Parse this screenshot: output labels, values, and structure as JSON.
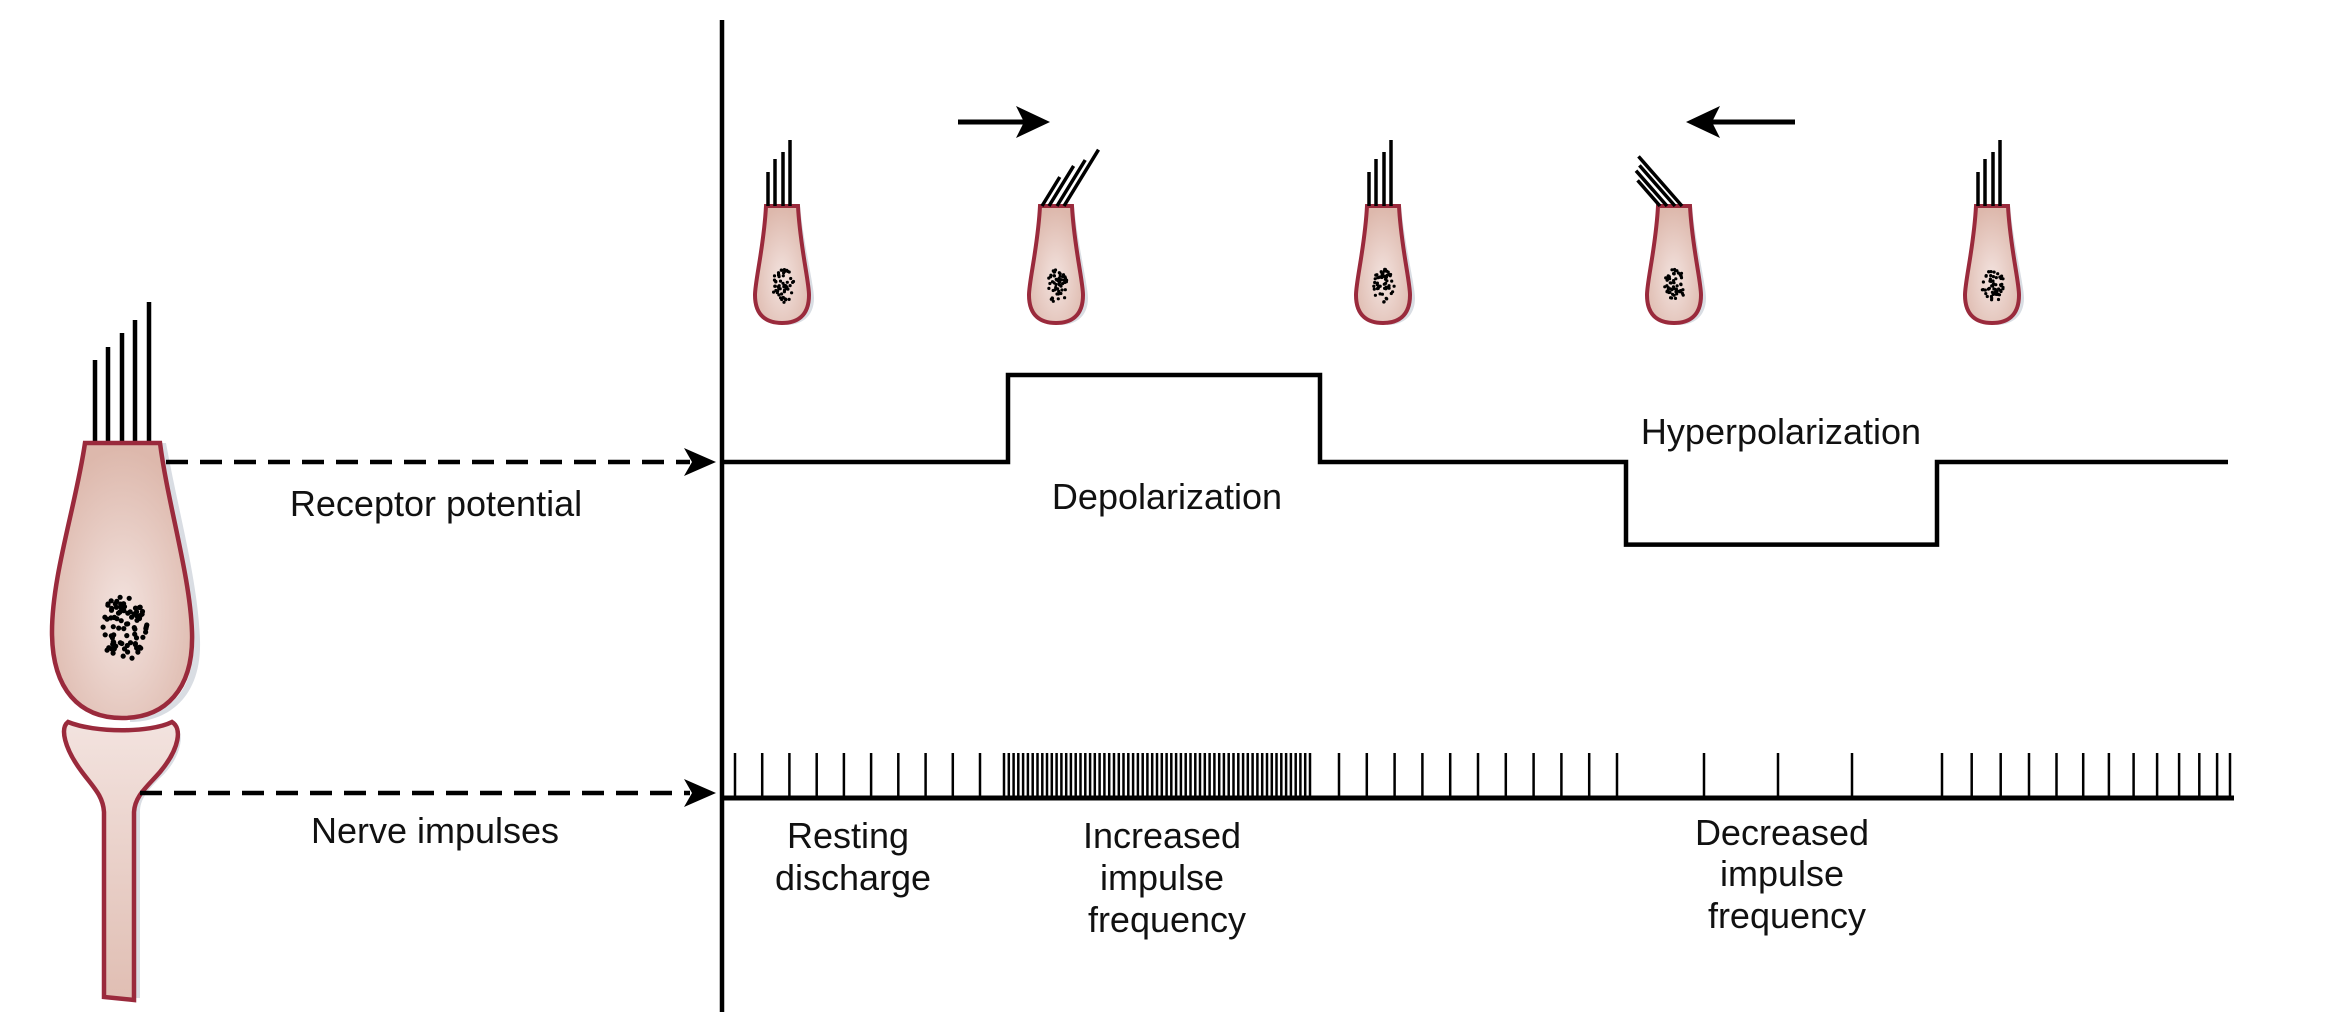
{
  "figure": {
    "type": "hair-cell-transduction-diagram",
    "colors": {
      "cell_fill": "#e0beb3",
      "cell_fill_light": "#f3e3df",
      "cell_outline": "#9a2a3c",
      "cell_shadow": "#d9dde3",
      "line": "#000000",
      "text": "#111111"
    }
  },
  "labels": {
    "receptor_potential": "Receptor potential",
    "nerve_impulses": "Nerve impulses",
    "depolarization": "Depolarization",
    "hyperpolarization": "Hyperpolarization",
    "resting_discharge": [
      "Resting",
      "discharge"
    ],
    "increased_frequency": [
      "Increased",
      "impulse",
      "frequency"
    ],
    "decreased_frequency": [
      "Decreased",
      "impulse",
      "frequency"
    ]
  },
  "stimulus_sequence": [
    {
      "phase": "rest",
      "bundle_deflection": "none"
    },
    {
      "phase": "deflection",
      "bundle_deflection": "toward-tallest",
      "arrow": "right"
    },
    {
      "phase": "rest",
      "bundle_deflection": "none"
    },
    {
      "phase": "deflection",
      "bundle_deflection": "away-from-tallest",
      "arrow": "left"
    },
    {
      "phase": "rest",
      "bundle_deflection": "none"
    }
  ],
  "receptor_potential_trace": {
    "levels": [
      "resting",
      "depolarized",
      "resting",
      "hyperpolarized",
      "resting"
    ],
    "relative_amplitude": [
      0,
      1,
      0,
      -0.95,
      0
    ]
  },
  "impulse_train": {
    "segments": [
      {
        "phase": "resting",
        "label_ref": "resting_discharge",
        "spike_count": 10,
        "rate": "regular"
      },
      {
        "phase": "depolarized",
        "label_ref": "increased_frequency",
        "spike_count": 65,
        "rate": "high"
      },
      {
        "phase": "resting",
        "spike_count": 11,
        "rate": "regular"
      },
      {
        "phase": "hyperpolarized",
        "label_ref": "decreased_frequency",
        "spike_count": 3,
        "rate": "low"
      },
      {
        "phase": "resting",
        "spike_count": 13,
        "rate": "regular"
      }
    ]
  }
}
